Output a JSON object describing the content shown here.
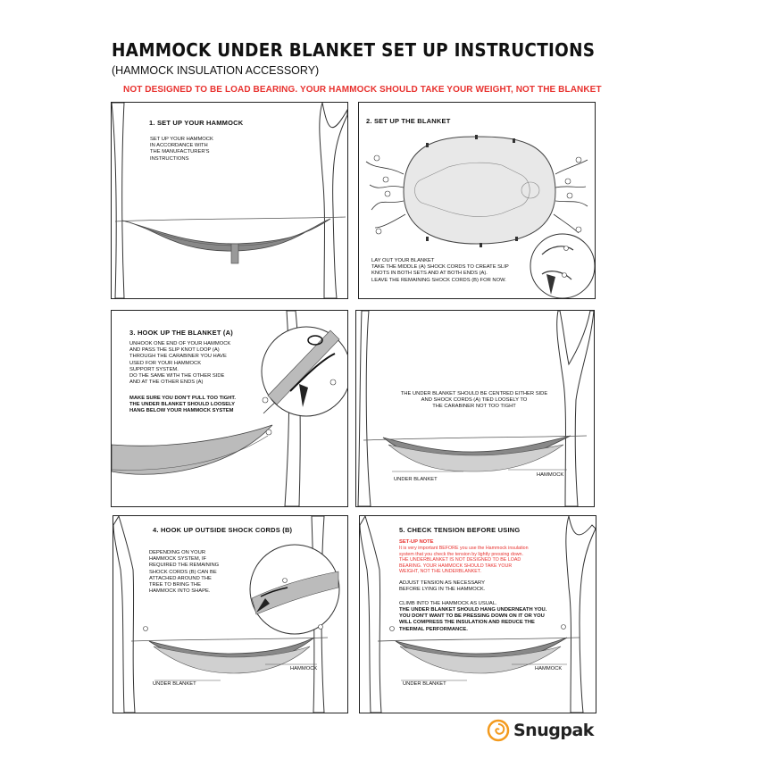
{
  "header": {
    "title": "HAMMOCK UNDER BLANKET SET UP INSTRUCTIONS",
    "subtitle": "(HAMMOCK INSULATION ACCESSORY)",
    "warning": "NOT DESIGNED TO BE LOAD BEARING. YOUR HAMMOCK SHOULD TAKE YOUR WEIGHT, NOT THE BLANKET"
  },
  "panel1": {
    "title": "1. SET UP YOUR HAMMOCK",
    "text": "SET UP YOUR HAMMOCK\nIN ACCORDANCE WITH\nTHE MANUFACTURER'S\nINSTRUCTIONS"
  },
  "panel2": {
    "title": "2. SET UP THE BLANKET",
    "text": "LAY OUT YOUR BLANKET\nTAKE THE MIDDLE (A) SHOCK CORDS TO CREATE SLIP\nKNOTS IN BOTH SETS AND AT BOTH ENDS (A).\nLEAVE THE REMAINING SHOCK CORDS (B) FOR NOW."
  },
  "panel3": {
    "title": "3. HOOK UP THE BLANKET (A)",
    "text": "UNHOOK ONE END OF YOUR HAMMOCK\nAND PASS THE SLIP KNOT LOOP (A)\nTHROUGH THE CARABINER YOU HAVE\nUSED FOR YOUR HAMMOCK\nSUPPORT SYSTEM.\nDO THE SAME WITH THE OTHER SIDE\nAND AT THE OTHER ENDS (A)",
    "bold_text": "MAKE SURE YOU DON'T PULL TOO TIGHT.\nTHE UNDER BLANKET  SHOULD LOOSELY\nHANG BELOW YOUR HAMMOCK SYSTEM"
  },
  "panel3b": {
    "text": "THE UNDER BLANKET SHOULD BE CENTRED EITHER SIDE\nAND SHOCK CORDS (A) TIED LOOSELY TO\nTHE CARABINER NOT TOO TIGHT",
    "label_under": "UNDER BLANKET",
    "label_hammock": "HAMMOCK"
  },
  "panel4": {
    "title": "4. HOOK UP OUTSIDE SHOCK CORDS (B)",
    "text": "DEPENDING ON YOUR\nHAMMOCK SYSTEM, IF\nREQUIRED THE REMAINING\nSHOCK CORDS (B) CAN BE\nATTACHED AROUND THE\nTREE TO BRING THE\nHAMMOCK INTO SHAPE.",
    "label_under": "UNDER BLANKET",
    "label_hammock": "HAMMOCK"
  },
  "panel5": {
    "title": "5. CHECK TENSION BEFORE USING",
    "note_title": "SET-UP NOTE",
    "note_text": "It is very important BEFORE you use the Hammock insulation\nsystem that you check the tension by lightly pressing down.\nTHE UNDERBLANKET IS NOT DESIGNED TO BE LOAD\nBEARING. YOUR HAMMOCK SHOULD TAKE YOUR\nWEIGHT, NOT THE UNDERBLANKET.",
    "text1": "ADJUST TENSION AS NECESSARY\nBEFORE LYING IN THE HAMMOCK.",
    "text2": "CLIMB INTO THE HAMMOCK AS USUAL.",
    "bold_text": "THE UNDER BLANKET SHOULD HANG UNDERNEATH YOU.\nYOU DON'T WANT TO BE PRESSING DOWN ON IT OR YOU\nWILL COMPRESS THE INSULATION AND REDUCE THE\nTHERMAL PERFORMANCE.",
    "label_under": "UNDER BLANKET",
    "label_hammock": "HAMMOCK"
  },
  "brand": {
    "name": "Snugpak",
    "color": "#f39a1d"
  },
  "colors": {
    "warning": "#e8322f"
  }
}
